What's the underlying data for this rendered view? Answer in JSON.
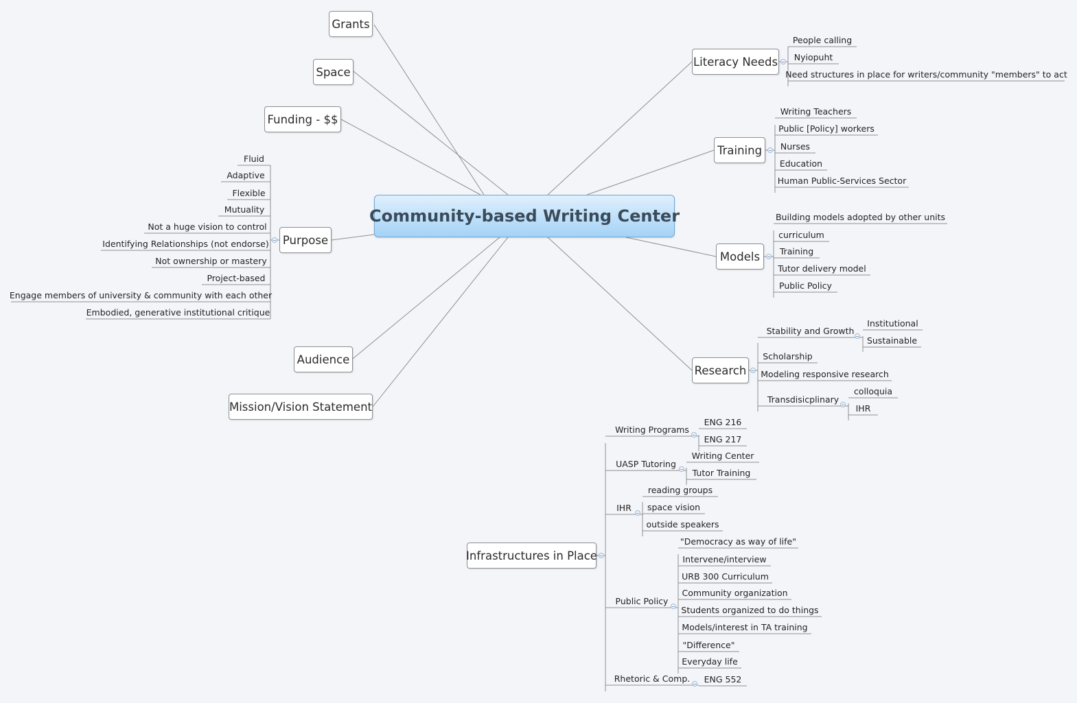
{
  "central": {
    "label": "Community-based Writing Center"
  },
  "topics": {
    "grants": "Grants",
    "space": "Space",
    "funding": "Funding - $$",
    "purpose": "Purpose",
    "audience": "Audience",
    "mission": "Mission/Vision Statement",
    "literacy": "Literacy Needs",
    "training": "Training",
    "models": "Models",
    "research": "Research",
    "infrastructures": "Infrastructures in Place"
  },
  "purpose_items": [
    "Fluid",
    "Adaptive",
    "Flexible",
    "Mutuality",
    "Not a huge vision to control",
    "Identifying Relationships (not endorse)",
    "Not ownership or mastery",
    "Project-based",
    "Engage members of university & community with each other",
    "Embodied, generative institutional critique"
  ],
  "literacy_items": [
    "People calling",
    "Nyiopuht",
    "Need structures in place for writers/community \"members\" to act"
  ],
  "training_items": [
    "Writing Teachers",
    "Public [Policy] workers",
    "Nurses",
    "Education",
    "Human Public-Services Sector"
  ],
  "models_items": [
    "Building models adopted by other units",
    "curriculum",
    "Training",
    "Tutor delivery model",
    "Public Policy"
  ],
  "research": {
    "stability": "Stability and Growth",
    "stability_items": [
      "Institutional",
      "Sustainable"
    ],
    "scholarship": "Scholarship",
    "modeling": "Modeling responsive research",
    "transdisciplinary": "Transdisicplinary",
    "transdisciplinary_items": [
      "colloquia",
      "IHR"
    ]
  },
  "infrastructures": {
    "writing_programs": "Writing Programs",
    "writing_programs_items": [
      "ENG 216",
      "ENG 217"
    ],
    "uasp": "UASP Tutoring",
    "uasp_items": [
      "Writing Center",
      "Tutor Training"
    ],
    "ihr": "IHR",
    "ihr_items": [
      "reading groups",
      "space vision",
      "outside speakers"
    ],
    "public_policy": "Public Policy",
    "public_policy_items": [
      "\"Democracy as way of life\"",
      "Intervene/interview",
      "URB 300 Curriculum",
      "Community organization",
      "Students organized to do things",
      "Models/interest in TA training",
      "\"Difference\"",
      "Everyday life"
    ],
    "rhetoric": "Rhetoric & Comp.",
    "rhetoric_items": [
      "ENG 552"
    ]
  },
  "colors": {
    "background": "#f4f5f9",
    "central_fill_top": "#dff0fd",
    "central_fill_bottom": "#a5d2f6",
    "central_border": "#6ea8d8",
    "central_text": "#3a4b5a",
    "connector": "#8c8e92"
  }
}
